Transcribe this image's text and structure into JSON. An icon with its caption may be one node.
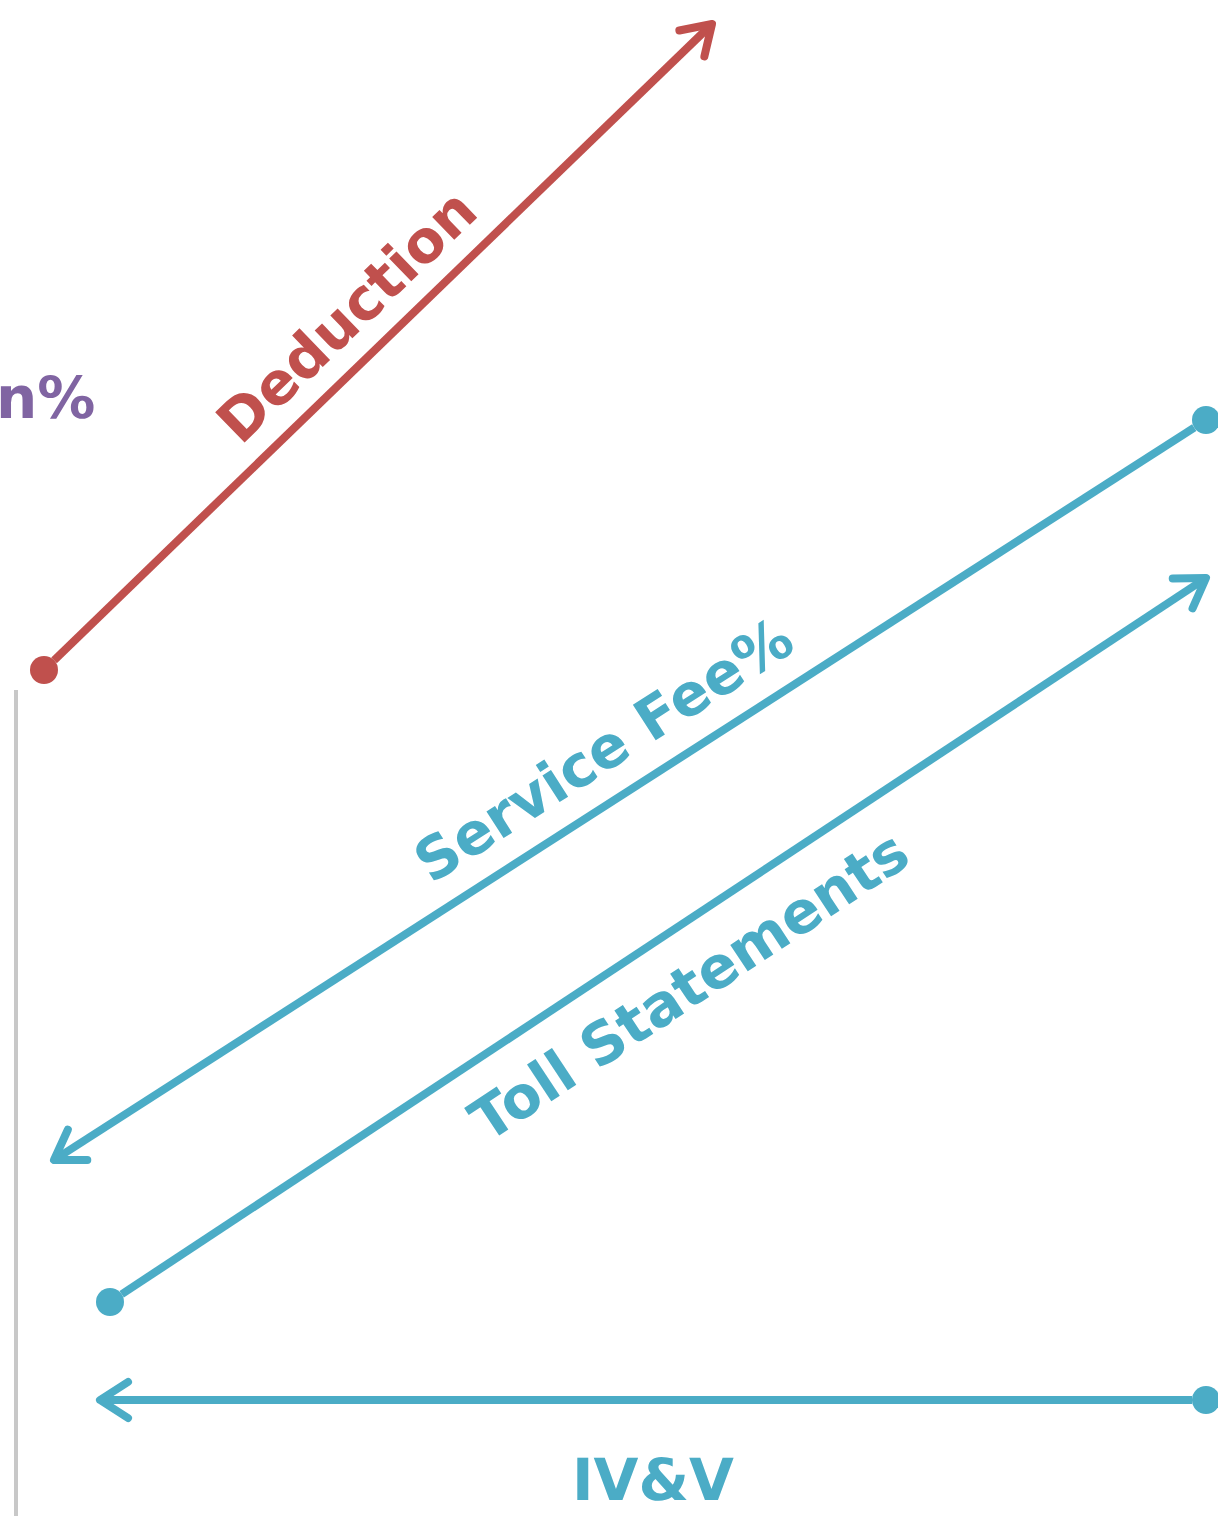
{
  "diagram": {
    "nodes": [
      {
        "text": [],
        "shape": "circle"
      },
      {
        "text": [],
        "shape": "circle"
      },
      {
        "text": [],
        "shape": "circle"
      },
      {
        "text": [],
        "shape": "circle"
      }
    ],
    "edges": [
      {
        "from": 1,
        "to": null,
        "arrow": "to",
        "label": "Deduction",
        "color": "#c0504d"
      },
      {
        "from": 0,
        "to": null,
        "arrow": "to",
        "label": "Service Fee%"
      },
      {
        "from": 2,
        "to": null,
        "arrow": "to",
        "label": "Toll Statements"
      },
      {
        "from": 3,
        "to": null,
        "arrow": "to",
        "label": "IV&V"
      }
    ],
    "labels": [
      "n%"
    ]
  }
}
